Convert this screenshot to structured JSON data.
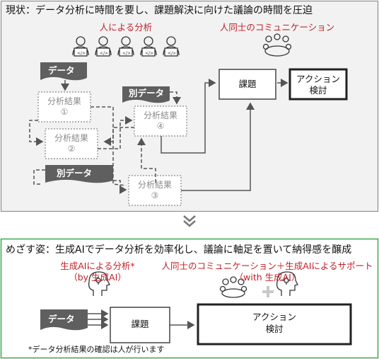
{
  "top": {
    "title": "現状：データ分析に時間を要し、課題解決に向けた議論の時間を圧迫",
    "human_analysis_label": "人による分析",
    "human_comm_label": "人同士のコミュニケーション",
    "data_label": "データ",
    "other_data_1": "別データ",
    "other_data_2": "別データ",
    "results": [
      {
        "line1": "分析結果",
        "line2": "①"
      },
      {
        "line1": "分析結果",
        "line2": "②"
      },
      {
        "line1": "分析結果",
        "line2": "③"
      },
      {
        "line1": "分析結果",
        "line2": "④"
      }
    ],
    "issue_label": "課題",
    "action_line1": "アクション",
    "action_line2": "検討"
  },
  "bottom": {
    "title": "めざす姿：生成AIでデータ分析を効率化し、議論に軸足を置いて納得感を醸成",
    "ai_analysis_line1": "生成AIによる分析*",
    "ai_analysis_line2": "（by 生成AI）",
    "comm_line1": "人同士のコミュニケーション＋生成AIによるサポート",
    "comm_line2": "（with 生成AI）",
    "data_label": "データ",
    "issue_label": "課題",
    "action_line1": "アクション",
    "action_line2": "検討",
    "footnote": "*データ分析結果の確認は人が行います"
  },
  "colors": {
    "accent_red": "#c0202a",
    "panel_top": "#f2f2f2",
    "panel_bottom_border": "#3ea84a",
    "dark_grey": "#5f5f5f"
  }
}
